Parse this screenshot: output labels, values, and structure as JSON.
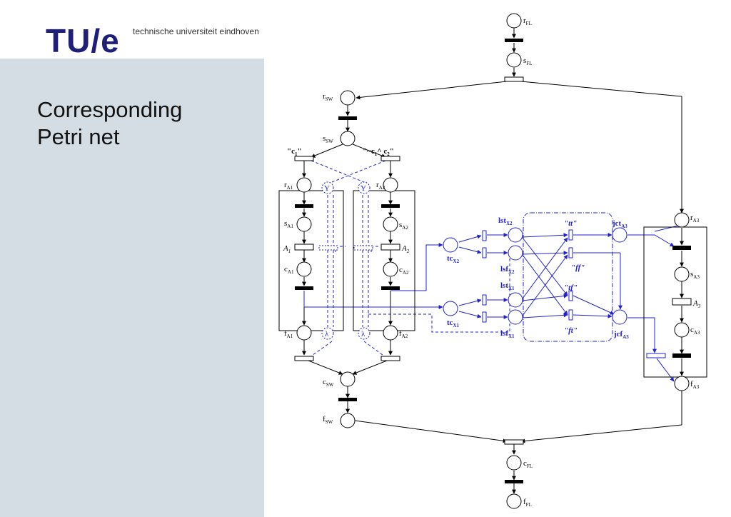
{
  "header": {
    "logo_text": "TU/e",
    "logo_sub": "technische universiteit eindhoven"
  },
  "slide": {
    "title_line1": "Corresponding",
    "title_line2": "Petri net"
  },
  "colors": {
    "sidebar_bg": "#d3dde3",
    "logo_color": "#1f1f7a",
    "net_black": "#000000",
    "net_blue": "#2222cc"
  },
  "diagram": {
    "places": {
      "r_fl": "r",
      "r_fl_sub": "FL",
      "s_fl": "s",
      "s_fl_sub": "FL",
      "r_sw": "r",
      "r_sw_sub": "SW",
      "s_sw": "s",
      "s_sw_sub": "SW",
      "r_a1": "r",
      "r_a1_sub": "A1",
      "s_a1": "s",
      "s_a1_sub": "A1",
      "c_a1": "c",
      "c_a1_sub": "A1",
      "f_a1": "f",
      "f_a1_sub": "A1",
      "r_a2": "r",
      "r_a2_sub": "A2",
      "s_a2": "s",
      "s_a2_sub": "A2",
      "c_a2": "c",
      "c_a2_sub": "A2",
      "f_a2": "f",
      "f_a2_sub": "A2",
      "c_sw": "c",
      "c_sw_sub": "SW",
      "f_sw": "f",
      "f_sw_sub": "SW",
      "c_fl": "c",
      "c_fl_sub": "FL",
      "f_fl": "f",
      "f_fl_sub": "FL",
      "r_a3": "r",
      "r_a3_sub": "A3",
      "s_a3": "s",
      "s_a3_sub": "A3",
      "c_a3": "c",
      "c_a3_sub": "A3",
      "f_a3": "f",
      "f_a3_sub": "A3",
      "tc_x2": "tc",
      "tc_x2_sub": "X2",
      "tc_x1": "tc",
      "tc_x1_sub": "X1",
      "lst_x2": "lst",
      "lst_x2_sub": "X2",
      "lsf_x2": "lsf",
      "lsf_x2_sub": "X2",
      "lst_x1": "lst",
      "lst_x1_sub": "X1",
      "lsf_x1": "lsf",
      "lsf_x1_sub": "X1",
      "jct_a3": "jct",
      "jct_a3_sub": "A3",
      "jcf_a3": "jcf",
      "jcf_a3_sub": "A3"
    },
    "transitions": {
      "a1": "A",
      "a1_sub": "1",
      "a2": "A",
      "a2_sub": "2",
      "a3": "A",
      "a3_sub": "3",
      "cond1": "\"c",
      "cond1_sub": "1",
      "cond1_end": "\"",
      "cond2": "\"~c",
      "cond2_sub": "1",
      "cond2_mid": "^ c",
      "cond2_sub2": "2",
      "cond2_end": "\"",
      "tt": "\"tt\"",
      "ff": "\"ff\"",
      "tf": "\"tf\"",
      "ft": "\"ft\""
    },
    "y_symbol": "Y",
    "lambda_symbol": "λ"
  }
}
